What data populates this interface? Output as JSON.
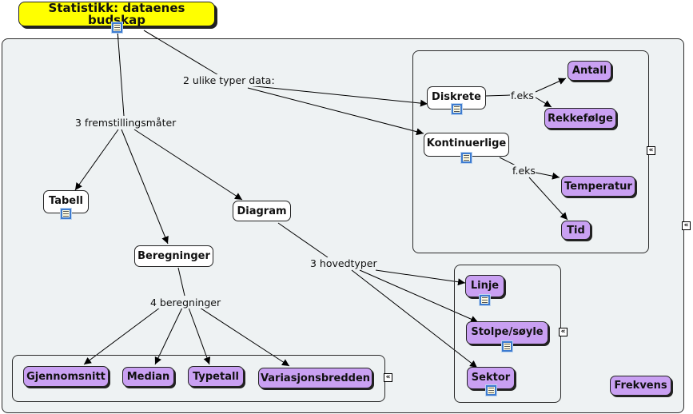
{
  "title": "Statistikk: dataenes budskap",
  "nodes": {
    "diskrete": "Diskrete",
    "kontinuerlige": "Kontinuerlige",
    "antall": "Antall",
    "rekkefolge": "Rekkefølge",
    "temperatur": "Temperatur",
    "tid": "Tid",
    "tabell": "Tabell",
    "diagram": "Diagram",
    "beregninger": "Beregninger",
    "linje": "Linje",
    "stolpe": "Stolpe/søyle",
    "sektor": "Sektor",
    "gjennomsnitt": "Gjennomsnitt",
    "median": "Median",
    "typetall": "Typetall",
    "variasjonsbredden": "Variasjonsbredden",
    "frekvens": "Frekvens"
  },
  "links": {
    "ulike_typer": "2 ulike typer data:",
    "fremstillingsmater": "3 fremstillingsmåter",
    "feks_1": "f.eks",
    "feks_2": "f.eks",
    "hovedtyper": "3 hovedtyper",
    "beregninger": "4 beregninger"
  },
  "icons": {
    "document": "document-icon",
    "expand": "expand-icon"
  },
  "colors": {
    "title_bg": "#ffff00",
    "concept_purple": "#c9a0f2",
    "group_bg": "#eef2f3"
  }
}
